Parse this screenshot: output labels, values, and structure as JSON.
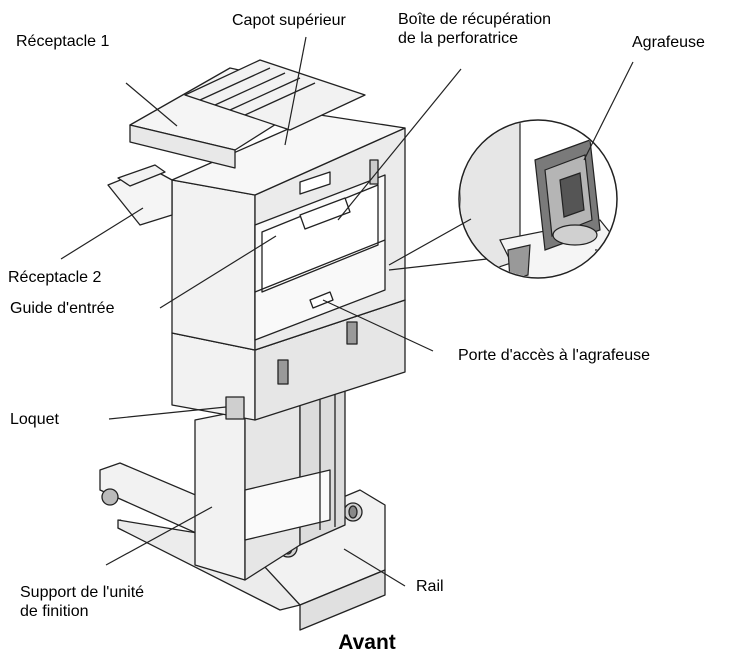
{
  "labels": {
    "receptacle1": "Réceptacle 1",
    "capot": "Capot supérieur",
    "boite_line1": "Boîte de récupération",
    "boite_line2": "de la perforatrice",
    "agrafeuse": "Agrafeuse",
    "receptacle2": "Réceptacle 2",
    "guide": "Guide d'entrée",
    "porte": "Porte d'accès à l'agrafeuse",
    "loquet": "Loquet",
    "support_line1": "Support de l'unité",
    "support_line2": "de finition",
    "rail": "Rail"
  },
  "caption": "Avant",
  "colors": {
    "line": "#222222",
    "body_fill": "#f2f2f2",
    "shade_fill": "#d9d9d9",
    "dark_fill": "#8c8c8c"
  }
}
